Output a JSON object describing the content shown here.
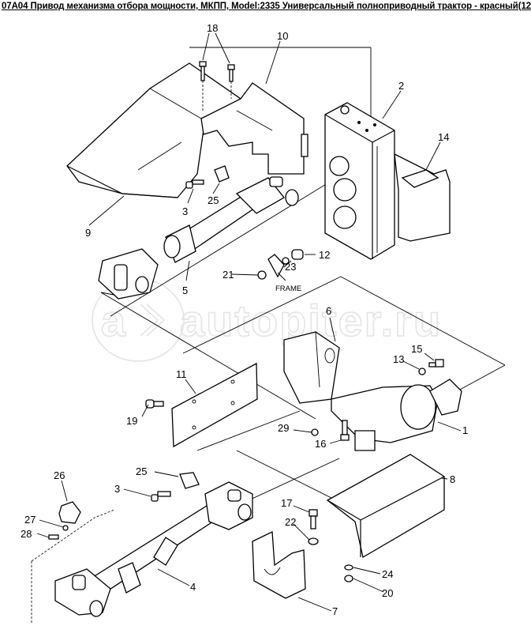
{
  "title": "07A04 Привод механизма отбора мощности, МКПП, Model:2335 Универсальный полноприводный трактор - красный(12",
  "watermark": {
    "icon": "autopiter-logo-icon",
    "text": "autopiter.ru",
    "color": "#e4e4e4"
  },
  "callouts": {
    "c1": "1",
    "c2": "2",
    "c3a": "3",
    "c3b": "3",
    "c4": "4",
    "c5": "5",
    "c6": "6",
    "c7": "7",
    "c8": "8",
    "c9": "9",
    "c10": "10",
    "c11": "11",
    "c12": "12",
    "c13": "13",
    "c14": "14",
    "c15": "15",
    "c16": "16",
    "c17": "17",
    "c18": "18",
    "c19": "19",
    "c20": "20",
    "c21": "21",
    "c22": "22",
    "c23": "23",
    "c24": "24",
    "c25a": "25",
    "c25b": "25",
    "c26": "26",
    "c27": "27",
    "c28": "28",
    "c29": "29"
  },
  "labels": {
    "frame": "FRAME"
  }
}
